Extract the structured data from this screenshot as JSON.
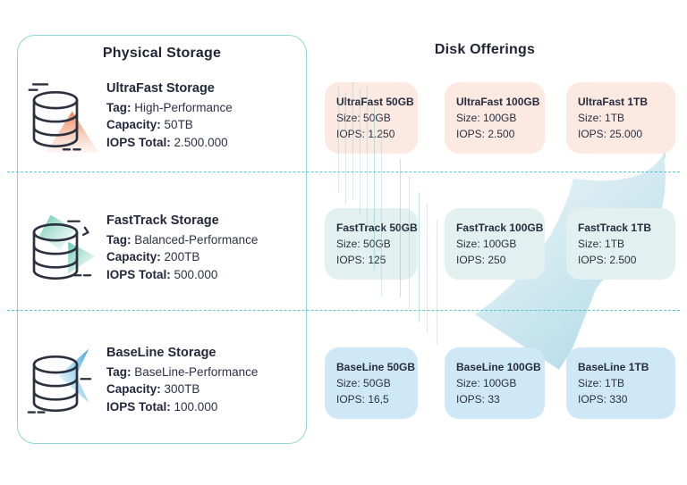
{
  "physical_storage": {
    "title": "Physical Storage",
    "tiers": [
      {
        "name": "UltraFast Storage",
        "tag_label": "Tag:",
        "tag_value": "High-Performance",
        "capacity_label": "Capacity:",
        "capacity_value": "50TB",
        "iops_label": "IOPS Total:",
        "iops_value": "2.500.000",
        "icon": "database-ultrafast-icon",
        "accent_color": "#ee7a4e"
      },
      {
        "name": "FastTrack Storage",
        "tag_label": "Tag:",
        "tag_value": "Balanced-Performance",
        "capacity_label": "Capacity:",
        "capacity_value": "200TB",
        "iops_label": "IOPS Total:",
        "iops_value": "500.000",
        "icon": "database-fasttrack-icon",
        "accent_color": "#4fbfa3"
      },
      {
        "name": "BaseLine Storage",
        "tag_label": "Tag:",
        "tag_value": "BaseLine-Performance",
        "capacity_label": "Capacity:",
        "capacity_value": "300TB",
        "iops_label": "IOPS Total:",
        "iops_value": "100.000",
        "icon": "database-baseline-icon",
        "accent_color": "#2d9edb"
      }
    ]
  },
  "disk_offerings": {
    "title": "Disk Offerings",
    "rows": [
      {
        "tier": "UltraFast",
        "card_color": "#fbe9e2",
        "cards": [
          {
            "title": "UltraFast 50GB",
            "size_label": "Size:",
            "size_value": "50GB",
            "iops_label": "IOPS:",
            "iops_value": "1.250"
          },
          {
            "title": "UltraFast 100GB",
            "size_label": "Size:",
            "size_value": "100GB",
            "iops_label": "IOPS:",
            "iops_value": "2.500"
          },
          {
            "title": "UltraFast 1TB",
            "size_label": "Size:",
            "size_value": "1TB",
            "iops_label": "IOPS:",
            "iops_value": "25.000"
          }
        ]
      },
      {
        "tier": "FastTrack",
        "card_color": "#e2f1ef",
        "cards": [
          {
            "title": "FastTrack 50GB",
            "size_label": "Size:",
            "size_value": "50GB",
            "iops_label": "IOPS:",
            "iops_value": "125"
          },
          {
            "title": "FastTrack 100GB",
            "size_label": "Size:",
            "size_value": "100GB",
            "iops_label": "IOPS:",
            "iops_value": "250"
          },
          {
            "title": "FastTrack 1TB",
            "size_label": "Size:",
            "size_value": "1TB",
            "iops_label": "IOPS:",
            "iops_value": "2.500"
          }
        ]
      },
      {
        "tier": "BaseLine",
        "card_color": "#cfe8f7",
        "cards": [
          {
            "title": "BaseLine 50GB",
            "size_label": "Size:",
            "size_value": "50GB",
            "iops_label": "IOPS:",
            "iops_value": "16,5"
          },
          {
            "title": "BaseLine 100GB",
            "size_label": "Size:",
            "size_value": "100GB",
            "iops_label": "IOPS:",
            "iops_value": "33"
          },
          {
            "title": "BaseLine 1TB",
            "size_label": "Size:",
            "size_value": "1TB",
            "iops_label": "IOPS:",
            "iops_value": "330"
          }
        ]
      }
    ]
  },
  "colors": {
    "panel_border": "#8ed6da",
    "divider_dashed": "#45c2cd",
    "text_dark": "#262c3e",
    "flow_arrow": "#aed9e6"
  }
}
